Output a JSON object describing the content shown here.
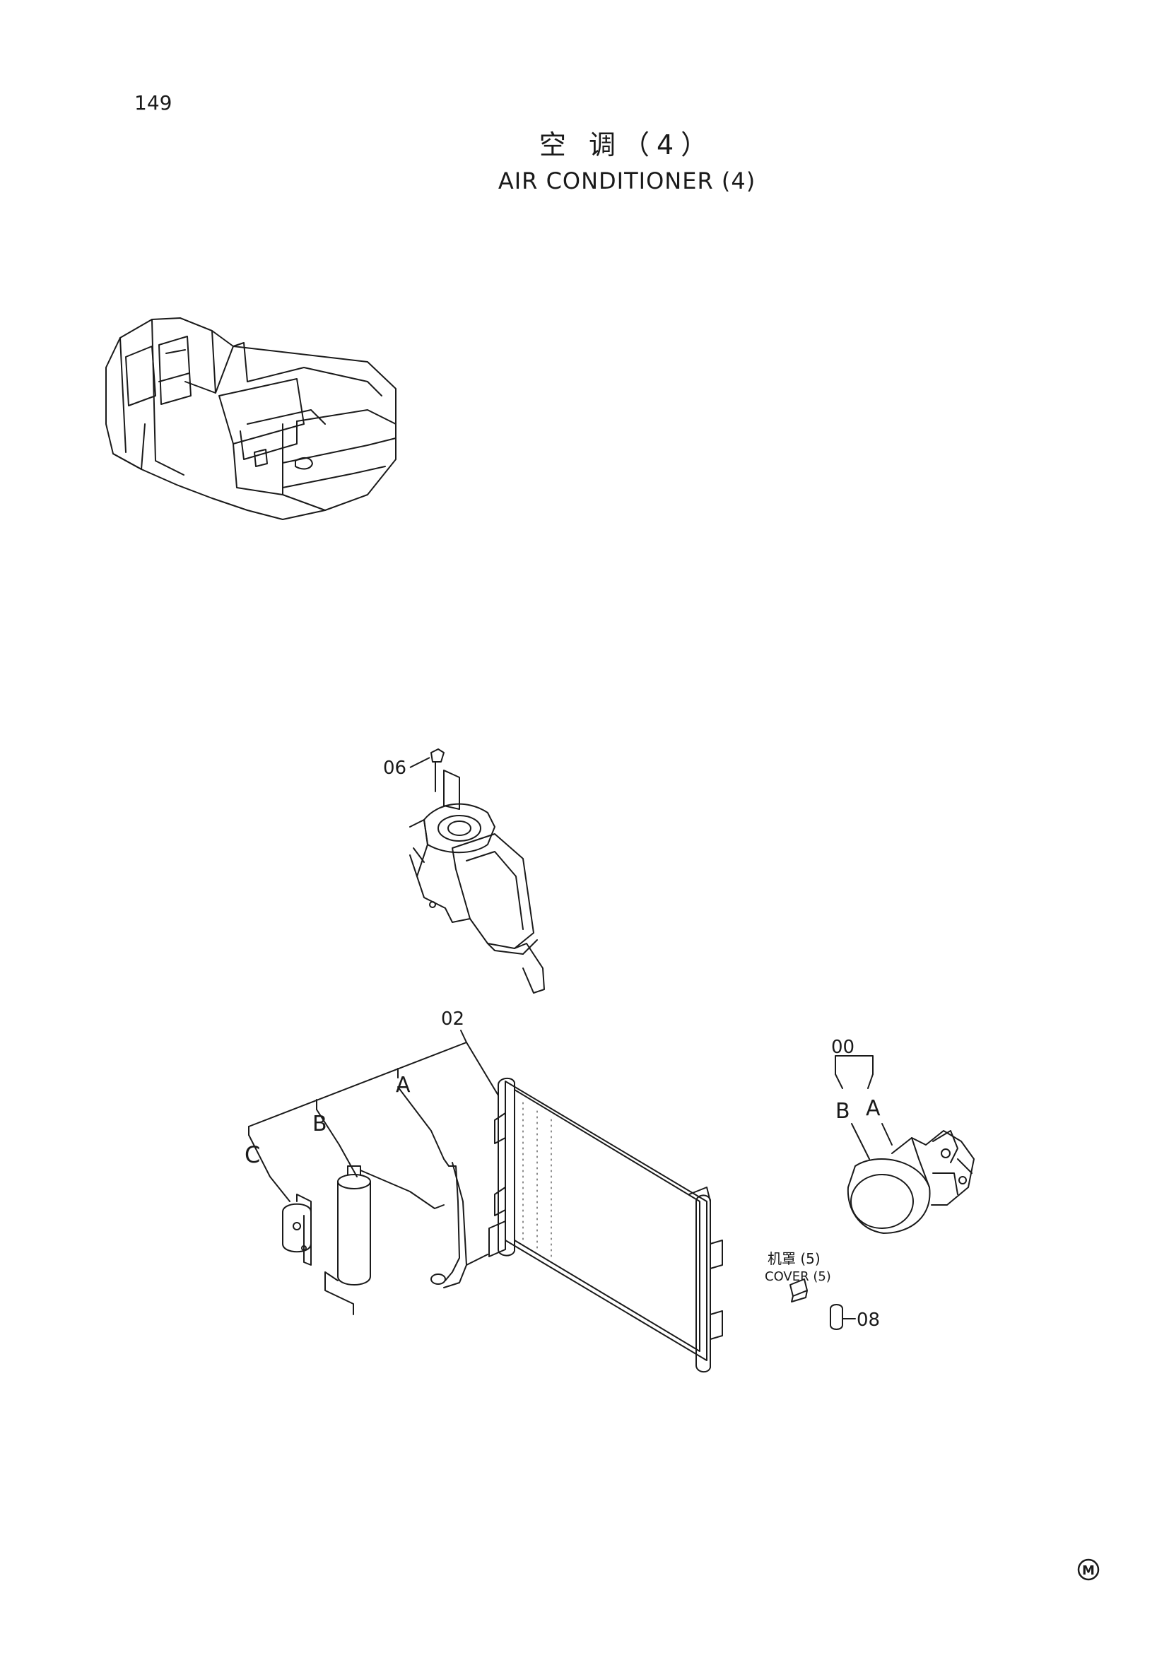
{
  "page": {
    "number": "149",
    "title_cn": "空 调（4）",
    "title_en": "AIR CONDITIONER (4)"
  },
  "labels": {
    "part_06": "06",
    "part_02": "02",
    "part_00": "00",
    "part_08": "08",
    "branch_a": "A",
    "branch_b": "B",
    "branch_c": "C",
    "comp_b": "B",
    "comp_a": "A",
    "cover_cn": "机罩 (5)",
    "cover_en": "COVER (5)"
  },
  "marks": {
    "corner_mark": "M"
  },
  "colors": {
    "ink": "#1a1a1a",
    "paper": "#ffffff"
  }
}
